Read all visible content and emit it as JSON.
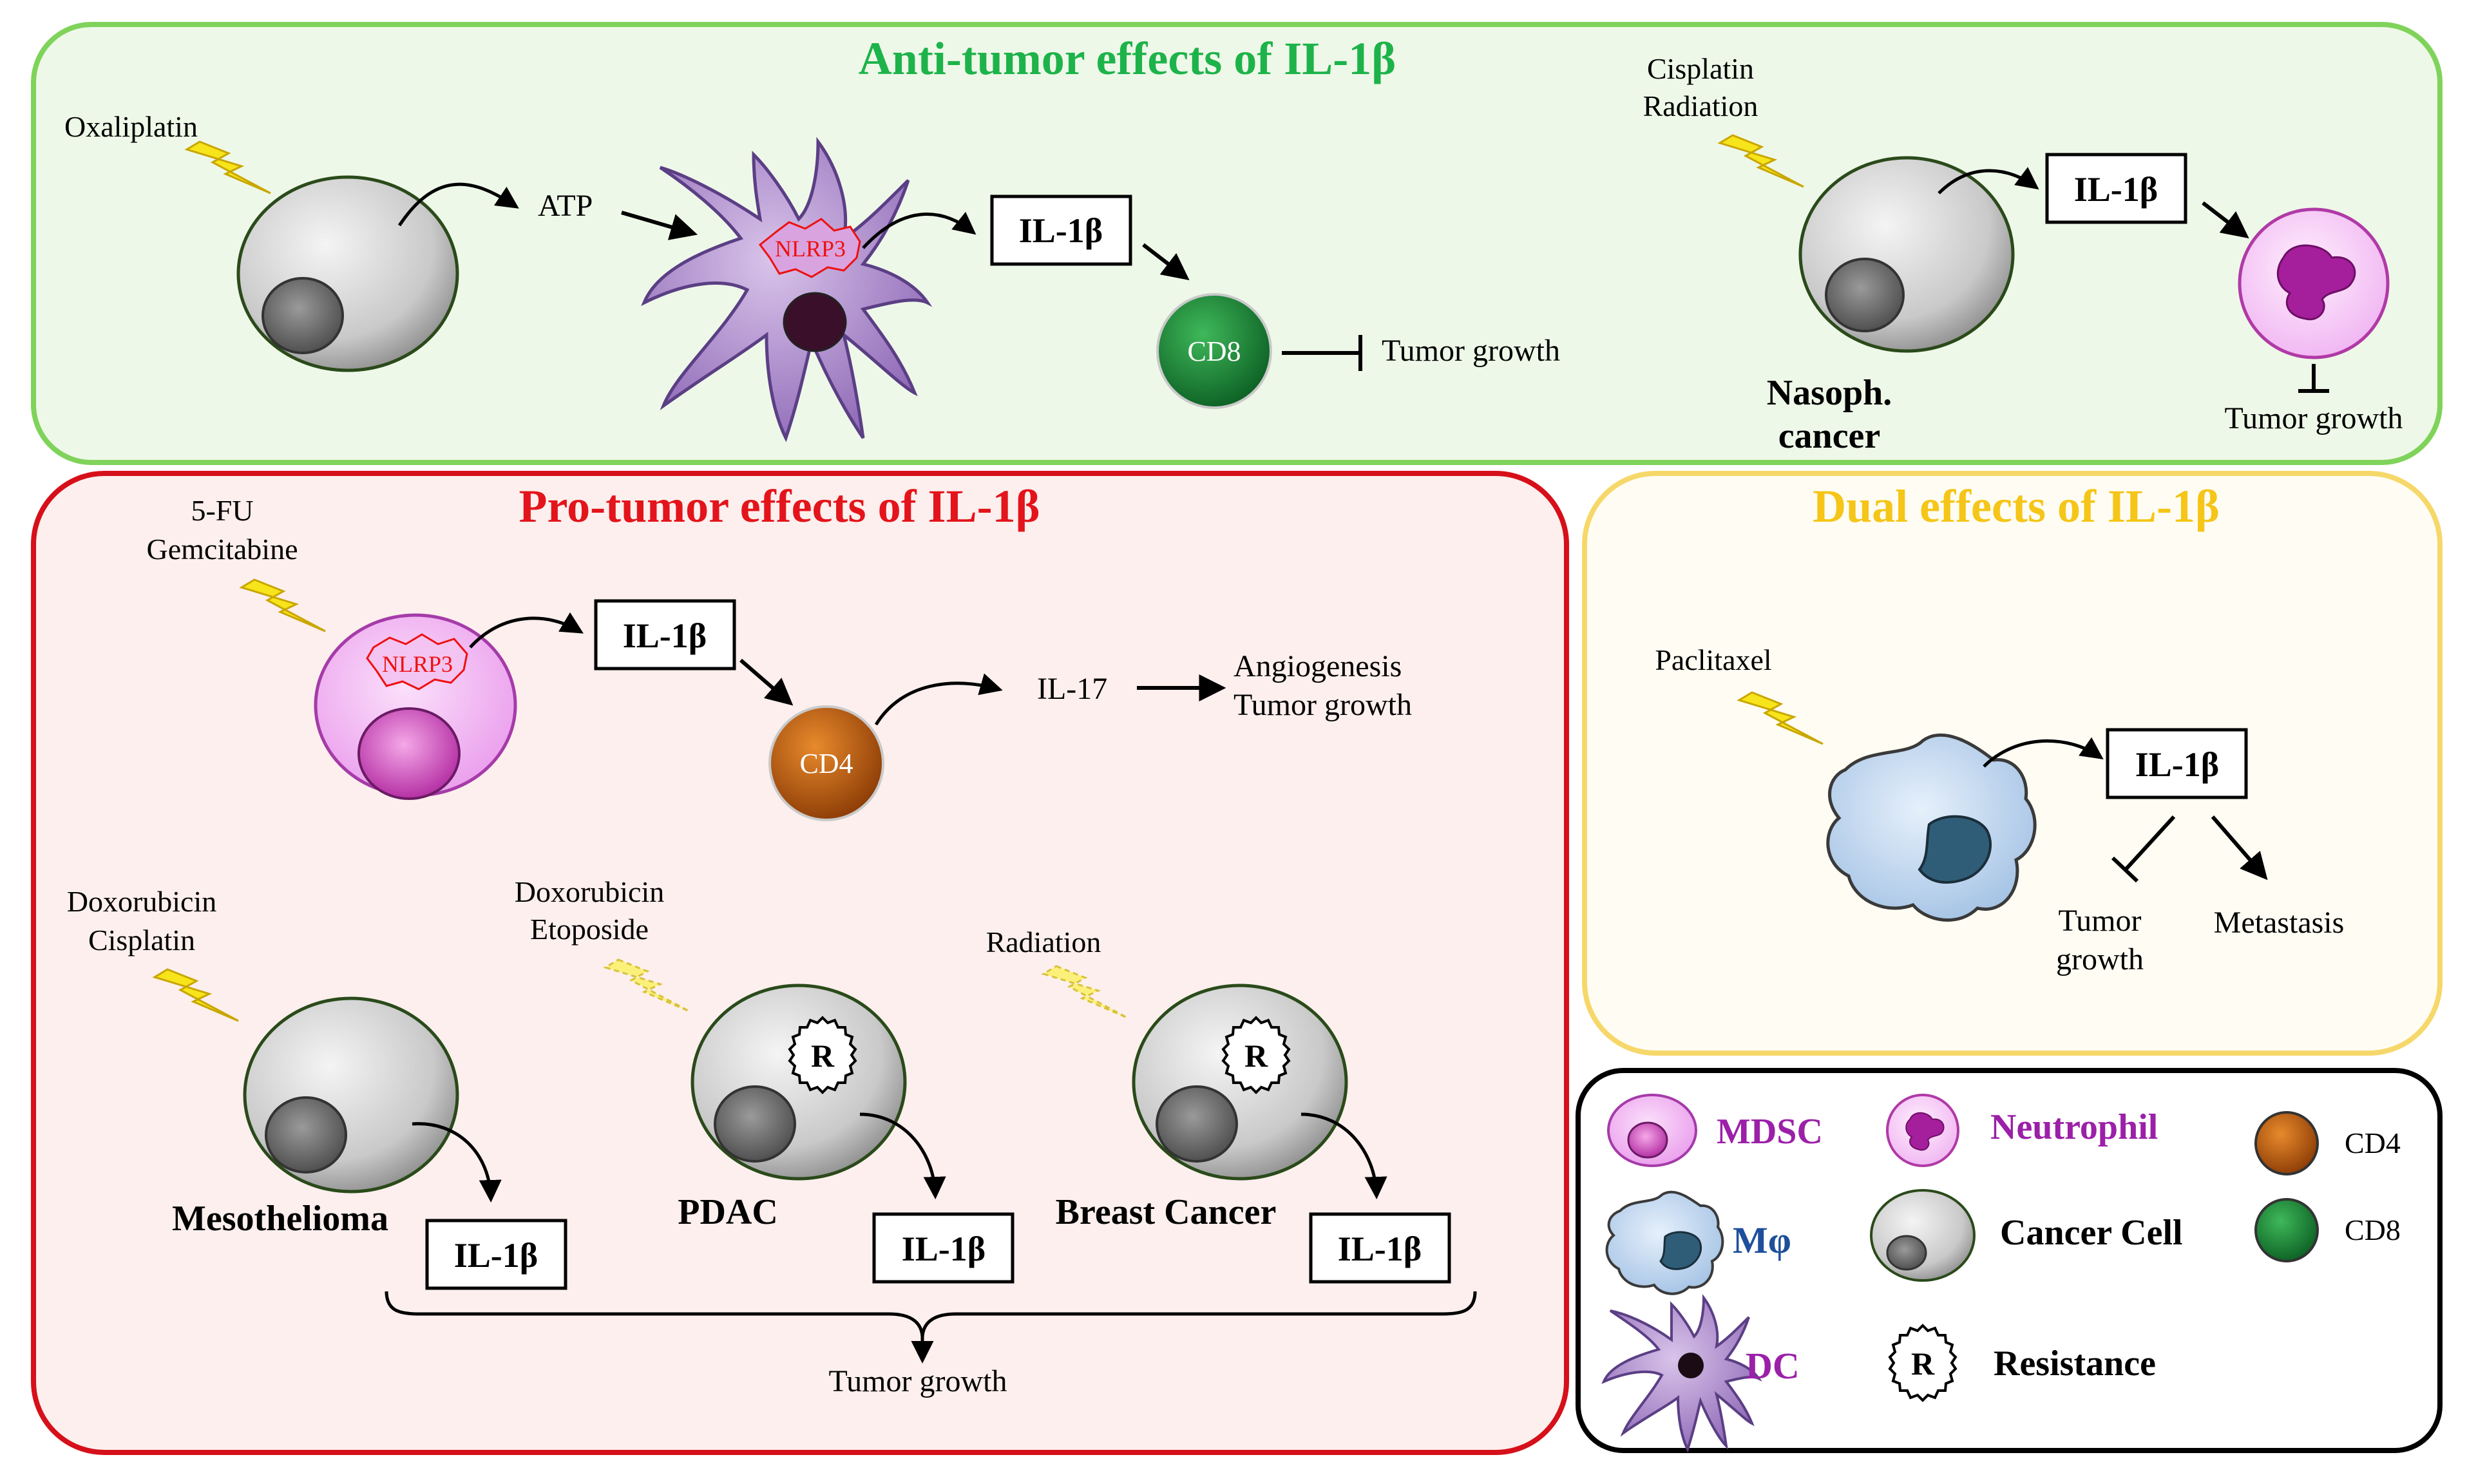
{
  "panels": {
    "anti": {
      "title": "Anti-tumor effects of IL-1β",
      "title_color": "#1db34a",
      "drug_1": "Oxaliplatin",
      "atp": "ATP",
      "nlrp3": "NLRP3",
      "il1b_1": "IL-1β",
      "cd8": "CD8",
      "tumor_growth_1": "Tumor growth",
      "drug_2_line1": "Cisplatin",
      "drug_2_line2": "Radiation",
      "il1b_2": "IL-1β",
      "cancer_line1": "Nasoph.",
      "cancer_line2": "cancer",
      "tumor_growth_2": "Tumor growth"
    },
    "pro": {
      "title": "Pro-tumor effects of IL-1β",
      "title_color": "#e3141b",
      "drug_1_line1": "5-FU",
      "drug_1_line2": "Gemcitabine",
      "nlrp3": "NLRP3",
      "il1b_1": "IL-1β",
      "cd4": "CD4",
      "il17": "IL-17",
      "outcome_line1": "Angiogenesis",
      "outcome_line2": "Tumor growth",
      "meso_drug_line1": "Doxorubicin",
      "meso_drug_line2": "Cisplatin",
      "meso_label": "Mesothelioma",
      "meso_il1b": "IL-1β",
      "pdac_drug_line1": "Doxorubicin",
      "pdac_drug_line2": "Etoposide",
      "pdac_label": "PDAC",
      "pdac_il1b": "IL-1β",
      "resistance_symbol": "R",
      "breast_drug": "Radiation",
      "breast_label": "Breast Cancer",
      "breast_il1b": "IL-1β",
      "tumor_growth": "Tumor growth"
    },
    "dual": {
      "title": "Dual effects of IL-1β",
      "title_color": "#f5c518",
      "drug": "Paclitaxel",
      "il1b": "IL-1β",
      "tumor_growth_line1": "Tumor",
      "tumor_growth_line2": "growth",
      "metastasis": "Metastasis"
    }
  },
  "legend": {
    "mdsc": "MDSC",
    "neutrophil": "Neutrophil",
    "cd4": "CD4",
    "macrophage": "Mφ",
    "cancer_cell": "Cancer Cell",
    "cd8": "CD8",
    "dc": "DC",
    "resistance_symbol": "R",
    "resistance": "Resistance"
  },
  "colors": {
    "anti_bg": "#eef8e8",
    "anti_border": "#7fd35a",
    "pro_bg": "#fcefed",
    "pro_border": "#d6101a",
    "dual_bg": "#fffdf3",
    "dual_border": "#f6d86a",
    "legend_border": "#000000",
    "legend_purple": "#9b20a8",
    "legend_blue": "#1e4f9c"
  }
}
